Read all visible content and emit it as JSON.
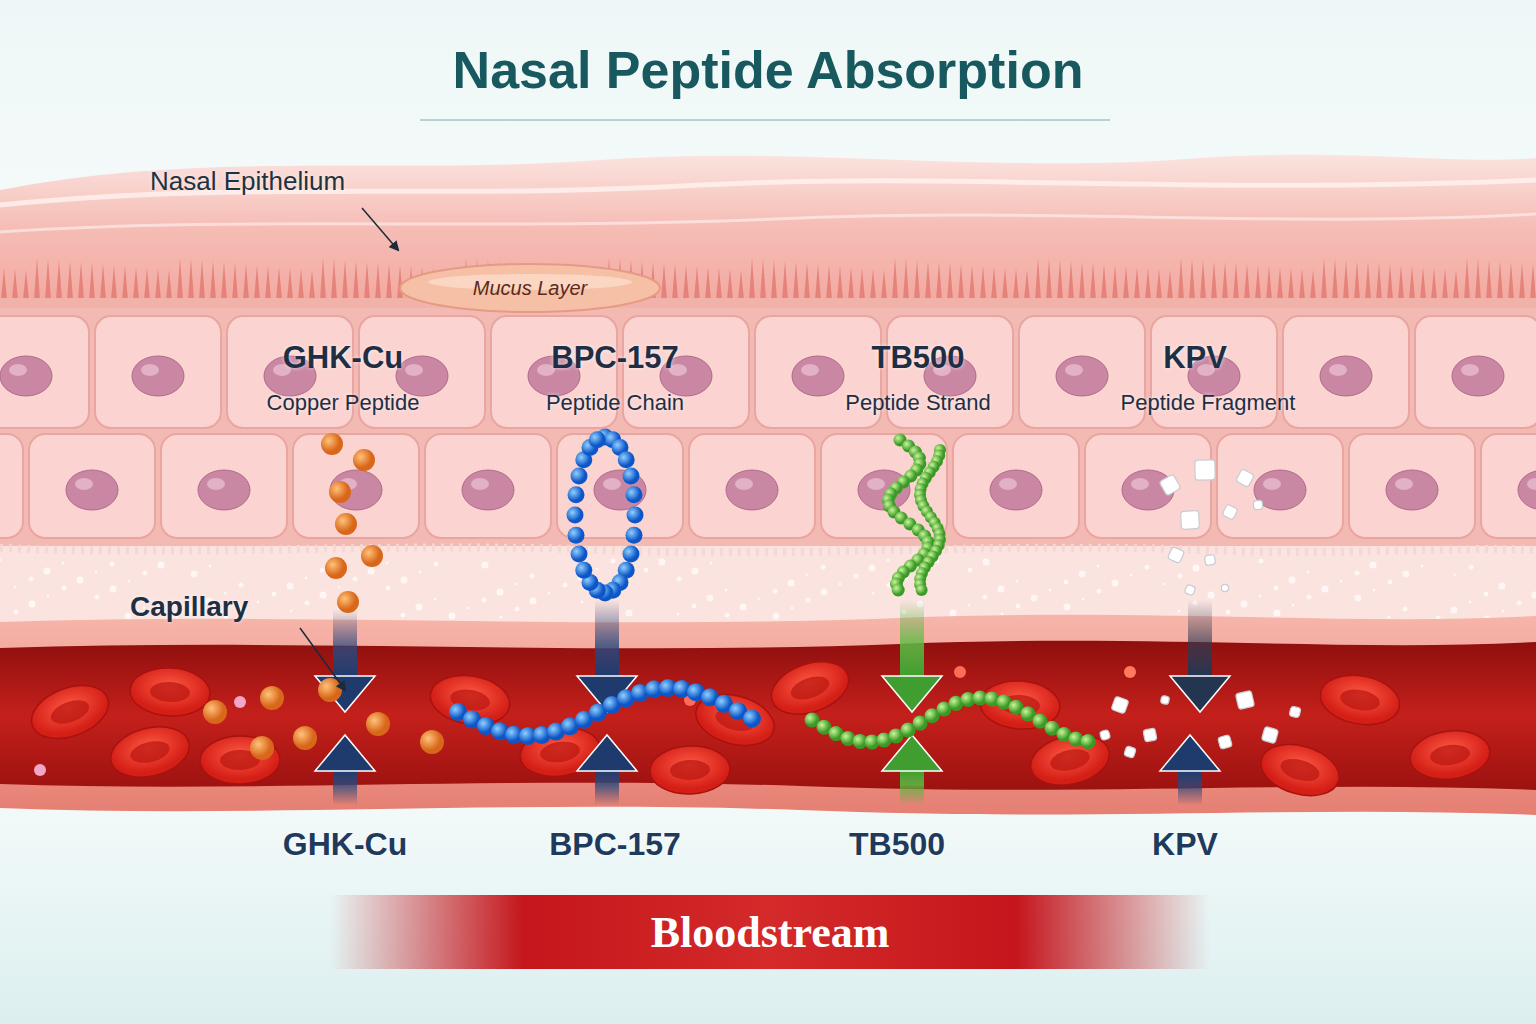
{
  "diagram": {
    "title": "Nasal Peptide Absorption",
    "nodes": [
      {
        "text": [
          "Mucus Layer"
        ]
      },
      {
        "text": [
          "Bloodstream"
        ]
      }
    ],
    "labels": [
      "Nasal Epithelium",
      "GHK-Cu",
      "Copper Peptide",
      "BPC-157",
      "Peptide Chain",
      "TB500",
      "Peptide Strand",
      "KPV",
      "Peptide Fragment",
      "Capillary",
      "GHK-Cu",
      "BPC-157",
      "TB500",
      "KPV"
    ]
  }
}
